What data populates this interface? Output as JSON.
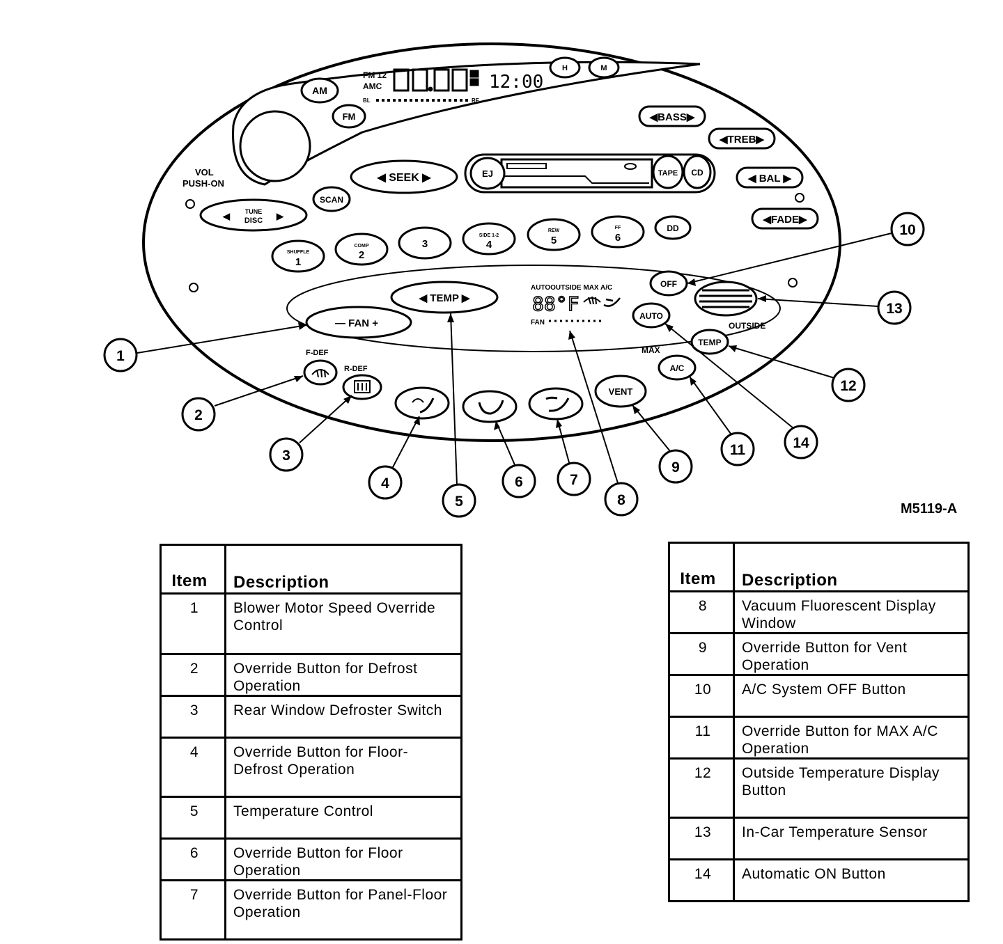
{
  "figure_id": "M5119-A",
  "panel": {
    "radio": {
      "band_display": [
        "FM 12",
        "AMC"
      ],
      "clock": "12:00",
      "balance_scale": [
        "BL",
        "RF"
      ],
      "buttons": {
        "am": "AM",
        "fm": "FM",
        "h": "H",
        "m": "M",
        "bass": "◀BASS▶",
        "treb": "◀TREB▶",
        "bal": "◀ BAL ▶",
        "fade": "◀FADE▶",
        "seek": "◀  SEEK  ▶",
        "ej": "EJ",
        "tape": "TAPE",
        "cd": "CD",
        "scan": "SCAN",
        "tune_disc": [
          "TUNE",
          "DISC"
        ],
        "dolby": "DD"
      },
      "volume_label": [
        "VOL",
        "PUSH-ON"
      ],
      "presets": [
        {
          "small": "SHUFFLE",
          "num": "1"
        },
        {
          "small": "COMP",
          "num": "2"
        },
        {
          "small": "",
          "num": "3"
        },
        {
          "small": "SIDE 1-2",
          "num": "4"
        },
        {
          "small": "REW",
          "num": "5"
        },
        {
          "small": "FF",
          "num": "6"
        }
      ]
    },
    "climate": {
      "fan": "—  FAN  +",
      "temp": "◀  TEMP  ▶",
      "display_labels": "AUTOOUTSIDE  MAX  A/C",
      "display_digits": "88°F",
      "display_fan": "FAN",
      "off": "OFF",
      "auto": "AUTO",
      "outside_label": "OUTSIDE",
      "outside_temp": "TEMP",
      "max_label": "MAX",
      "ac": "A/C",
      "vent": "VENT",
      "f_def": "F-DEF",
      "r_def": "R-DEF"
    }
  },
  "callouts": [
    "1",
    "2",
    "3",
    "4",
    "5",
    "6",
    "7",
    "8",
    "9",
    "10",
    "11",
    "12",
    "13",
    "14"
  ],
  "legend_left": {
    "headers": [
      "Item",
      "Description"
    ],
    "rows": [
      {
        "item": "1",
        "desc": "Blower Motor Speed Override Control"
      },
      {
        "item": "2",
        "desc": "Override Button for Defrost Operation"
      },
      {
        "item": "3",
        "desc": "Rear Window Defroster Switch"
      },
      {
        "item": "4",
        "desc": "Override Button for Floor-Defrost Operation"
      },
      {
        "item": "5",
        "desc": "Temperature Control"
      },
      {
        "item": "6",
        "desc": "Override Button for Floor Operation"
      },
      {
        "item": "7",
        "desc": "Override Button for Panel-Floor Operation"
      }
    ]
  },
  "legend_right": {
    "headers": [
      "Item",
      "Description"
    ],
    "rows": [
      {
        "item": "8",
        "desc": "Vacuum Fluorescent Display Window"
      },
      {
        "item": "9",
        "desc": "Override Button for Vent Operation"
      },
      {
        "item": "10",
        "desc": "A/C System OFF Button"
      },
      {
        "item": "11",
        "desc": "Override Button for MAX A/C Operation"
      },
      {
        "item": "12",
        "desc": "Outside Temperature Display Button"
      },
      {
        "item": "13",
        "desc": "In-Car Temperature Sensor"
      },
      {
        "item": "14",
        "desc": "Automatic ON Button"
      }
    ]
  }
}
